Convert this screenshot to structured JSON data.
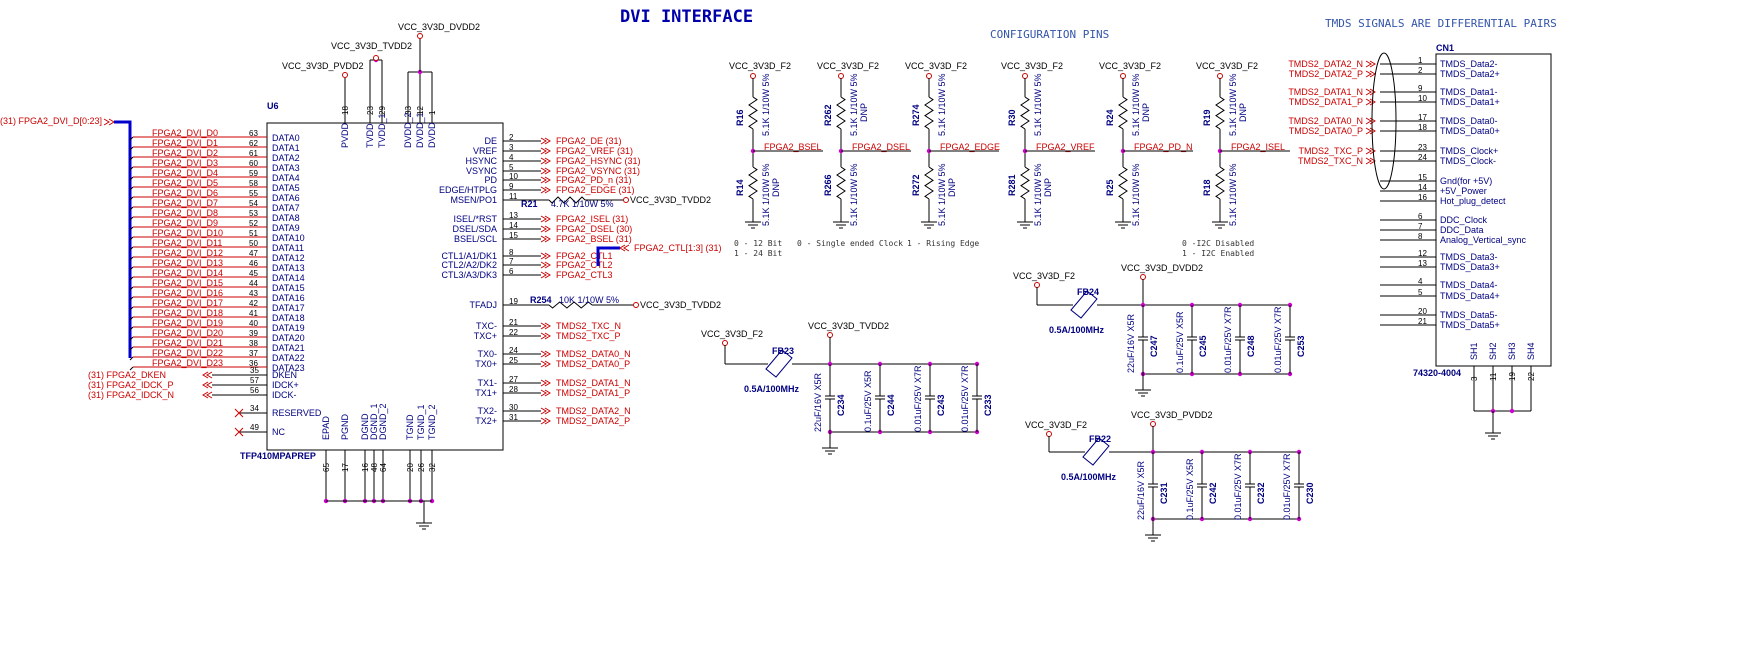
{
  "title": "DVI INTERFACE",
  "config_heading": "CONFIGURATION PINS",
  "tmds_heading": "TMDS SIGNALS ARE DIFFERENTIAL PAIRS",
  "u6": {
    "ref": "U6",
    "part": "TFP410MPAPREP",
    "bus_label": "(31) FPGA2_DVI_D[0:23]",
    "data_pins": [
      "63",
      "62",
      "61",
      "60",
      "59",
      "58",
      "55",
      "54",
      "53",
      "52",
      "51",
      "50",
      "47",
      "46",
      "45",
      "44",
      "43",
      "42",
      "41",
      "40",
      "39",
      "38",
      "37",
      "36"
    ],
    "data_names": [
      "DATA0",
      "DATA1",
      "DATA2",
      "DATA3",
      "DATA4",
      "DATA5",
      "DATA6",
      "DATA7",
      "DATA8",
      "DATA9",
      "DATA10",
      "DATA11",
      "DATA12",
      "DATA13",
      "DATA14",
      "DATA15",
      "DATA16",
      "DATA17",
      "DATA18",
      "DATA19",
      "DATA20",
      "DATA21",
      "DATA22",
      "DATA23"
    ],
    "data_nets": [
      "FPGA2_DVI_D0",
      "FPGA2_DVI_D1",
      "FPGA2_DVI_D2",
      "FPGA2_DVI_D3",
      "FPGA2_DVI_D4",
      "FPGA2_DVI_D5",
      "FPGA2_DVI_D6",
      "FPGA2_DVI_D7",
      "FPGA2_DVI_D8",
      "FPGA2_DVI_D9",
      "FPGA2_DVI_D10",
      "FPGA2_DVI_D11",
      "FPGA2_DVI_D12",
      "FPGA2_DVI_D13",
      "FPGA2_DVI_D14",
      "FPGA2_DVI_D15",
      "FPGA2_DVI_D16",
      "FPGA2_DVI_D17",
      "FPGA2_DVI_D18",
      "FPGA2_DVI_D19",
      "FPGA2_DVI_D20",
      "FPGA2_DVI_D21",
      "FPGA2_DVI_D22",
      "FPGA2_DVI_D23"
    ],
    "left_extra": [
      {
        "pin": "35",
        "name": "DKEN",
        "net": "(31) FPGA2_DKEN"
      },
      {
        "pin": "57",
        "name": "IDCK+",
        "net": "(31) FPGA2_IDCK_P"
      },
      {
        "pin": "56",
        "name": "IDCK-",
        "net": "(31) FPGA2_IDCK_N"
      },
      {
        "pin": "34",
        "name": "RESERVED",
        "net": ""
      },
      {
        "pin": "49",
        "name": "NC",
        "net": ""
      }
    ],
    "top_pins": [
      {
        "pin": "18",
        "name": "PVDD"
      },
      {
        "pin": "23",
        "name": "TVDD"
      },
      {
        "pin": "29",
        "name": "TVDD_1"
      },
      {
        "pin": "33",
        "name": "DVDD_2"
      },
      {
        "pin": "12",
        "name": "DVDD_1"
      },
      {
        "pin": "1",
        "name": "DVDD"
      }
    ],
    "top_rails": [
      "VCC_3V3D_PVDD2",
      "VCC_3V3D_TVDD2",
      "VCC_3V3D_DVDD2"
    ],
    "bottom_pins": [
      {
        "pin": "65",
        "name": "EPAD"
      },
      {
        "pin": "17",
        "name": "PGND"
      },
      {
        "pin": "16",
        "name": "DGND"
      },
      {
        "pin": "48",
        "name": "DGND_1"
      },
      {
        "pin": "64",
        "name": "DGND_2"
      },
      {
        "pin": "20",
        "name": "TGND"
      },
      {
        "pin": "26",
        "name": "TGND_1"
      },
      {
        "pin": "32",
        "name": "TGND_2"
      }
    ],
    "right_pins": [
      {
        "pin": "2",
        "name": "DE",
        "net": "FPGA2_DE (31)"
      },
      {
        "pin": "3",
        "name": "VREF",
        "net": "FPGA2_VREF (31)"
      },
      {
        "pin": "4",
        "name": "HSYNC",
        "net": "FPGA2_HSYNC (31)"
      },
      {
        "pin": "5",
        "name": "VSYNC",
        "net": "FPGA2_VSYNC (31)"
      },
      {
        "pin": "10",
        "name": "PD",
        "net": "FPGA2_PD_n (31)"
      },
      {
        "pin": "9",
        "name": "EDGE/HTPLG",
        "net": "FPGA2_EDGE (31)"
      },
      {
        "pin": "11",
        "name": "MSEN/PO1",
        "net": ""
      },
      {
        "pin": "13",
        "name": "ISEL/*RST",
        "net": "FPGA2_ISEL (31)"
      },
      {
        "pin": "14",
        "name": "DSEL/SDA",
        "net": "FPGA2_DSEL (30)"
      },
      {
        "pin": "15",
        "name": "BSEL/SCL",
        "net": "FPGA2_BSEL (31)"
      },
      {
        "pin": "8",
        "name": "CTL1/A1/DK1",
        "net": "FPGA2_CTL1"
      },
      {
        "pin": "7",
        "name": "CTL2/A2/DK2",
        "net": "FPGA2_CTL2"
      },
      {
        "pin": "6",
        "name": "CTL3/A3/DK3",
        "net": "FPGA2_CTL3"
      },
      {
        "pin": "19",
        "name": "TFADJ",
        "net": ""
      },
      {
        "pin": "21",
        "name": "TXC-",
        "net": "TMDS2_TXC_N"
      },
      {
        "pin": "22",
        "name": "TXC+",
        "net": "TMDS2_TXC_P"
      },
      {
        "pin": "24",
        "name": "TX0-",
        "net": "TMDS2_DATA0_N"
      },
      {
        "pin": "25",
        "name": "TX0+",
        "net": "TMDS2_DATA0_P"
      },
      {
        "pin": "27",
        "name": "TX1-",
        "net": "TMDS2_DATA1_N"
      },
      {
        "pin": "28",
        "name": "TX1+",
        "net": "TMDS2_DATA1_P"
      },
      {
        "pin": "30",
        "name": "TX2-",
        "net": "TMDS2_DATA2_N"
      },
      {
        "pin": "31",
        "name": "TX2+",
        "net": "TMDS2_DATA2_P"
      }
    ],
    "ctl_bus": "FPGA2_CTL[1:3] (31)",
    "r21": {
      "ref": "R21",
      "value": "4.7K 1/10W 5%",
      "rail": "VCC_3V3D_TVDD2"
    },
    "r254": {
      "ref": "R254",
      "value": "10K 1/10W 5%",
      "rail": "VCC_3V3D_TVDD2"
    }
  },
  "config": {
    "columns": [
      {
        "rail": "VCC_3V3D_F2",
        "top_ref": "R16",
        "top_val": "5.1K 1/10W 5%",
        "top_dnp": "",
        "net": "FPGA2_BSEL",
        "bot_ref": "R14",
        "bot_val": "5.1K 1/10W 5%",
        "bot_dnp": "DNP"
      },
      {
        "rail": "VCC_3V3D_F2",
        "top_ref": "R262",
        "top_val": "5.1K 1/10W 5%",
        "top_dnp": "DNP",
        "net": "FPGA2_DSEL",
        "bot_ref": "R266",
        "bot_val": "5.1K 1/10W 5%",
        "bot_dnp": ""
      },
      {
        "rail": "VCC_3V3D_F2",
        "top_ref": "R274",
        "top_val": "5.1K 1/10W 5%",
        "top_dnp": "",
        "net": "FPGA2_EDGE",
        "bot_ref": "R272",
        "bot_val": "5.1K 1/10W 5%",
        "bot_dnp": "DNP"
      },
      {
        "rail": "VCC_3V3D_F2",
        "top_ref": "R30",
        "top_val": "5.1K 1/10W 5%",
        "top_dnp": "",
        "net": "FPGA2_VREF",
        "bot_ref": "R281",
        "bot_val": "5.1K 1/10W 5%",
        "bot_dnp": "DNP"
      },
      {
        "rail": "VCC_3V3D_F2",
        "top_ref": "R24",
        "top_val": "5.1K 1/10W 5%",
        "top_dnp": "DNP",
        "net": "FPGA2_PD_N",
        "bot_ref": "R25",
        "bot_val": "5.1K 1/10W 5%",
        "bot_dnp": ""
      },
      {
        "rail": "VCC_3V3D_F2",
        "top_ref": "R19",
        "top_val": "5.1K 1/10W 5%",
        "top_dnp": "DNP",
        "net": "FPGA2_ISEL",
        "bot_ref": "R18",
        "bot_val": "5.1K 1/10W 5%",
        "bot_dnp": ""
      }
    ],
    "notes": [
      "0 - 12 Bit",
      "1 - 24 Bit",
      "0 - Single ended Clock",
      "1 - Rising Edge",
      "0 -I2C Disabled",
      "1 - I2C Enabled"
    ]
  },
  "filters": [
    {
      "in_rail": "VCC_3V3D_F2",
      "fb": "FB23",
      "fb_val": "0.5A/100MHz",
      "out_rail": "VCC_3V3D_TVDD2",
      "caps": [
        {
          "ref": "C234",
          "val": "22uF/16V X5R"
        },
        {
          "ref": "C244",
          "val": "0.1uF/25V X5R"
        },
        {
          "ref": "C243",
          "val": "0.01uF/25V X7R"
        },
        {
          "ref": "C233",
          "val": "0.01uF/25V X7R"
        }
      ]
    },
    {
      "in_rail": "VCC_3V3D_F2",
      "fb": "FB24",
      "fb_val": "0.5A/100MHz",
      "out_rail": "VCC_3V3D_DVDD2",
      "caps": [
        {
          "ref": "C247",
          "val": "22uF/16V X5R"
        },
        {
          "ref": "C245",
          "val": "0.1uF/25V X5R"
        },
        {
          "ref": "C248",
          "val": "0.01uF/25V X7R"
        },
        {
          "ref": "C253",
          "val": "0.01uF/25V X7R"
        }
      ]
    },
    {
      "in_rail": "VCC_3V3D_F2",
      "fb": "FB22",
      "fb_val": "0.5A/100MHz",
      "out_rail": "VCC_3V3D_PVDD2",
      "caps": [
        {
          "ref": "C231",
          "val": "22uF/16V X5R"
        },
        {
          "ref": "C242",
          "val": "0.1uF/25V X5R"
        },
        {
          "ref": "C232",
          "val": "0.01uF/25V X7R"
        },
        {
          "ref": "C230",
          "val": "0.01uF/25V X7R"
        }
      ]
    }
  ],
  "cn1": {
    "ref": "CN1",
    "part": "74320-4004",
    "pins": [
      {
        "pin": "1",
        "name": "TMDS_Data2-",
        "net": "TMDS2_DATA2_N"
      },
      {
        "pin": "2",
        "name": "TMDS_Data2+",
        "net": "TMDS2_DATA2_P"
      },
      {
        "pin": "9",
        "name": "TMDS_Data1-",
        "net": "TMDS2_DATA1_N"
      },
      {
        "pin": "10",
        "name": "TMDS_Data1+",
        "net": "TMDS2_DATA1_P"
      },
      {
        "pin": "17",
        "name": "TMDS_Data0-",
        "net": "TMDS2_DATA0_N"
      },
      {
        "pin": "18",
        "name": "TMDS_Data0+",
        "net": "TMDS2_DATA0_P"
      },
      {
        "pin": "23",
        "name": "TMDS_Clock+",
        "net": "TMDS2_TXC_P"
      },
      {
        "pin": "24",
        "name": "TMDS_Clock-",
        "net": "TMDS2_TXC_N"
      },
      {
        "pin": "15",
        "name": "Gnd(for +5V)",
        "net": ""
      },
      {
        "pin": "14",
        "name": "+5V_Power",
        "net": ""
      },
      {
        "pin": "16",
        "name": "Hot_plug_detect",
        "net": ""
      },
      {
        "pin": "6",
        "name": "DDC_Clock",
        "net": ""
      },
      {
        "pin": "7",
        "name": "DDC_Data",
        "net": ""
      },
      {
        "pin": "8",
        "name": "Analog_Vertical_sync",
        "net": ""
      },
      {
        "pin": "12",
        "name": "TMDS_Data3-",
        "net": ""
      },
      {
        "pin": "13",
        "name": "TMDS_Data3+",
        "net": ""
      },
      {
        "pin": "4",
        "name": "TMDS_Data4-",
        "net": ""
      },
      {
        "pin": "5",
        "name": "TMDS_Data4+",
        "net": ""
      },
      {
        "pin": "20",
        "name": "TMDS_Data5-",
        "net": ""
      },
      {
        "pin": "21",
        "name": "TMDS_Data5+",
        "net": ""
      }
    ],
    "shields": [
      {
        "pin": "3",
        "name": "SH1"
      },
      {
        "pin": "11",
        "name": "SH2"
      },
      {
        "pin": "19",
        "name": "SH3"
      },
      {
        "pin": "22",
        "name": "SH4"
      }
    ]
  }
}
